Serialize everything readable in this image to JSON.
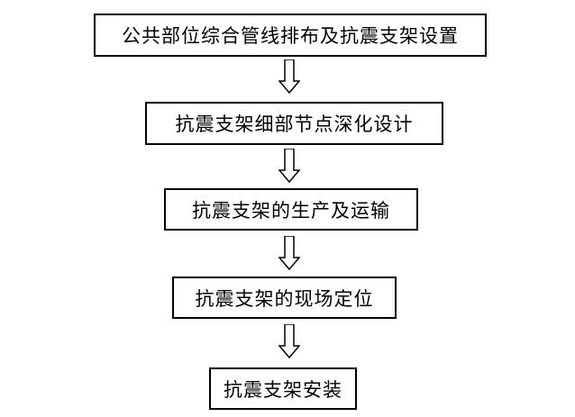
{
  "flowchart": {
    "steps": [
      {
        "label": "公共部位综合管线排布及抗震支架设置"
      },
      {
        "label": "抗震支架细部节点深化设计"
      },
      {
        "label": "抗震支架的生产及运输"
      },
      {
        "label": "抗震支架的现场定位"
      },
      {
        "label": "抗震支架安装"
      }
    ]
  }
}
